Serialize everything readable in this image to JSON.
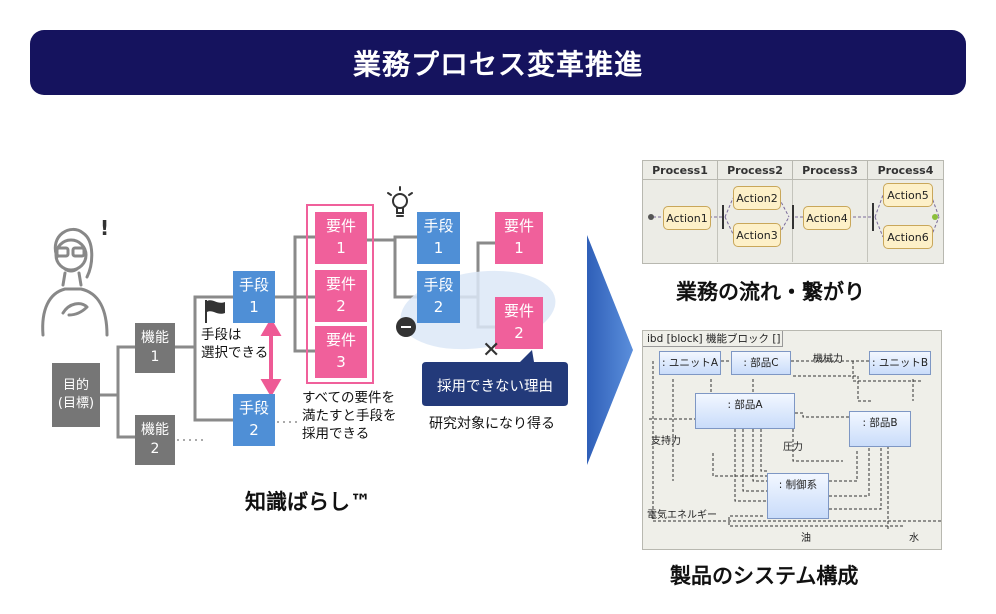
{
  "banner": {
    "title": "業務プロセス変革推進"
  },
  "left": {
    "goal": "目的\n(目標)",
    "functions": [
      "機能\n1",
      "機能\n2"
    ],
    "means_level1": [
      "手段\n1",
      "手段\n2"
    ],
    "requirements_level1": [
      "要件\n1",
      "要件\n2",
      "要件\n3"
    ],
    "means_level2": [
      "手段\n1",
      "手段\n2"
    ],
    "requirements_level2": [
      "要件\n1",
      "要件\n2"
    ],
    "note_means_selectable": "手段は\n選択できる",
    "note_all_requirements": "すべての要件を\n満たすと手段を\n採用できる",
    "callout": "採用できない理由",
    "note_research": "研究対象になり得る",
    "caption": "知識ばらし™"
  },
  "process_panel": {
    "lanes": [
      "Process1",
      "Process2",
      "Process3",
      "Process4"
    ],
    "actions": [
      "Action1",
      "Action2",
      "Action3",
      "Action4",
      "Action5",
      "Action6"
    ],
    "caption": "業務の流れ・繋がり"
  },
  "ibd_panel": {
    "header": "ibd [block] 機能ブロック []",
    "blocks": [
      ": ユニットA",
      ": 部品C",
      ": ユニットB",
      ": 部品A",
      ": 部品B",
      ": 制御系"
    ],
    "flow_labels": [
      "機械力",
      "支持力",
      "圧力",
      "電気エネルギー",
      "油",
      "水"
    ],
    "caption": "製品のシステム構成"
  },
  "colors": {
    "banner": "#15135e",
    "gray": "#767676",
    "blue": "#4f8fd6",
    "pink": "#f0609b",
    "arrow": "#3f6fc4"
  }
}
